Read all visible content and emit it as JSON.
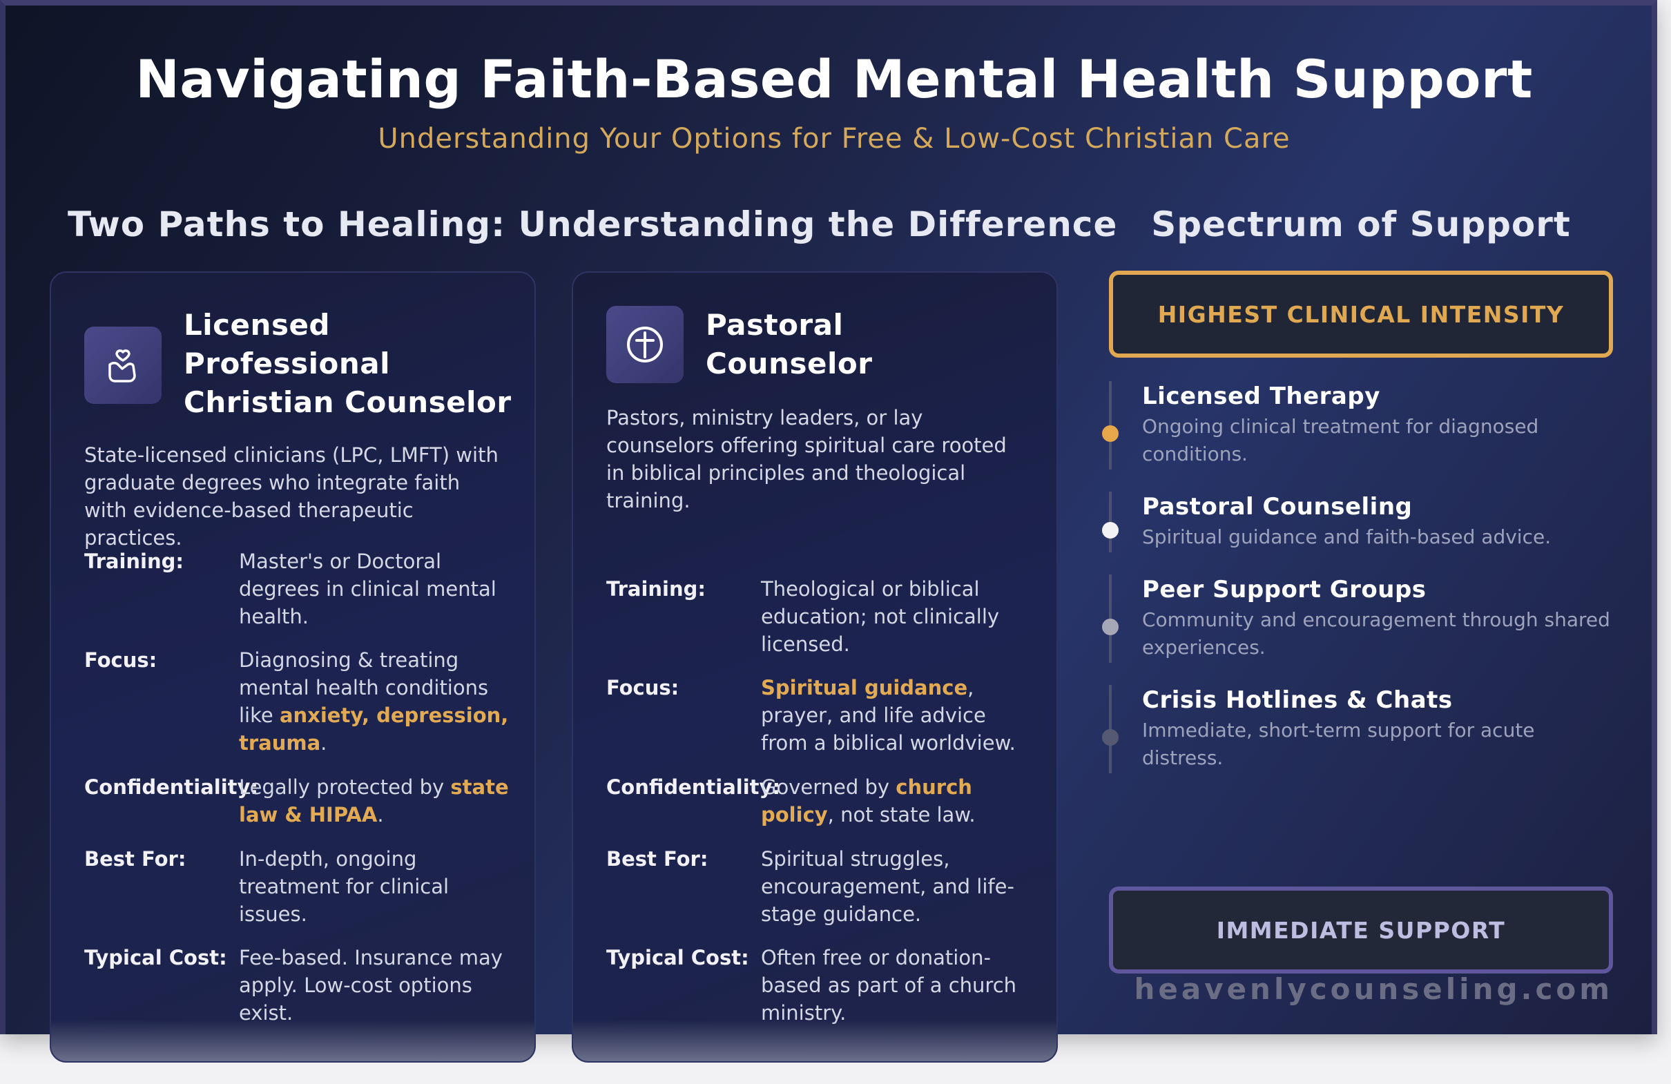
{
  "header": {
    "title": "Navigating Faith-Based Mental Health Support",
    "subtitle": "Understanding Your Options for Free & Low-Cost Christian Care"
  },
  "comparison": {
    "heading": "Two Paths to Healing: Understanding the Difference",
    "cards": [
      {
        "icon": "hands-holding-heart-icon",
        "title_lines": [
          "Licensed",
          "Professional",
          "Christian Counselor"
        ],
        "description": "State-licensed clinicians (LPC, LMFT) with graduate degrees who integrate faith with evidence-based therapeutic practices.",
        "rows": [
          {
            "label": "Training:",
            "value": "Master's or Doctoral degrees in clinical mental health."
          },
          {
            "label": "Focus:",
            "pre": "Diagnosing & treating mental health conditions like ",
            "highlight": "anxiety, depression, trauma",
            "post": "."
          },
          {
            "label": "Confidentiality:",
            "pre": "Legally protected by ",
            "highlight": "state law & HIPAA",
            "post": "."
          },
          {
            "label": "Best For:",
            "value": "In-depth, ongoing treatment for clinical issues."
          },
          {
            "label": "Typical Cost:",
            "value": "Fee-based. Insurance may apply. Low-cost options exist."
          }
        ]
      },
      {
        "icon": "cross-circle-icon",
        "title_lines": [
          "Pastoral",
          "Counselor"
        ],
        "description": "Pastors, ministry leaders, or lay counselors offering spiritual care rooted in biblical principles and theological training.",
        "rows": [
          {
            "label": "Training:",
            "value": "Theological or biblical education; not clinically licensed."
          },
          {
            "label": "Focus:",
            "pre": "",
            "highlight": "Spiritual guidance",
            "post": ", prayer, and life advice from a biblical worldview."
          },
          {
            "label": "Confidentiality:",
            "pre": "Governed by ",
            "highlight": "church policy",
            "post": ", not state law."
          },
          {
            "label": "Best For:",
            "value": "Spiritual struggles, encouragement, and life-stage guidance."
          },
          {
            "label": "Typical Cost:",
            "value": "Often free or donation-based as part of a church ministry."
          }
        ]
      }
    ]
  },
  "spectrum": {
    "heading": "Spectrum of Support",
    "top_label": "HIGHEST CLINICAL INTENSITY",
    "bottom_label": "IMMEDIATE SUPPORT",
    "items": [
      {
        "title": "Licensed Therapy",
        "description": "Ongoing clinical treatment for diagnosed conditions.",
        "dot_color": "#e6a84a"
      },
      {
        "title": "Pastoral Counseling",
        "description": "Spiritual guidance and faith-based advice.",
        "dot_color": "#f2f2f4"
      },
      {
        "title": "Peer Support Groups",
        "description": "Community and encouragement through shared experiences.",
        "dot_color": "#a6a8b8"
      },
      {
        "title": "Crisis Hotlines & Chats",
        "description": "Immediate, short-term support for acute distress.",
        "dot_color": "#555a72"
      }
    ]
  },
  "watermark": "heavenlycounseling.com"
}
